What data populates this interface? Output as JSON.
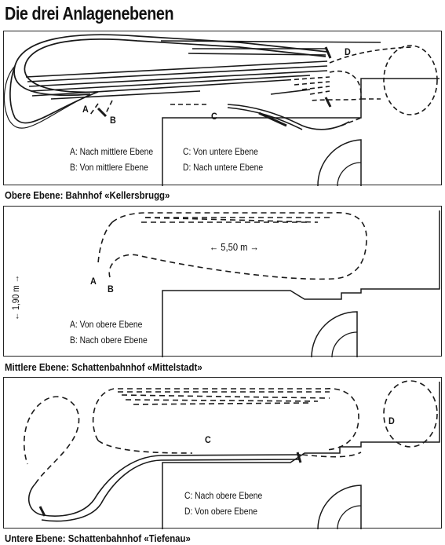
{
  "title": "Die drei Anlagenebenen",
  "colors": {
    "line": "#1a1a1a",
    "background": "#ffffff"
  },
  "levels": [
    {
      "caption": "Obere Ebene: Bahnhof «Kellersbrugg»",
      "markers": {
        "a": "A",
        "b": "B",
        "c": "C",
        "d": "D"
      },
      "legend": [
        "A: Nach mittlere Ebene",
        "B: Von mittlere Ebene",
        "C: Von untere Ebene",
        "D: Nach untere Ebene"
      ]
    },
    {
      "caption": "Mittlere Ebene: Schattenbahnhof «Mittelstadt»",
      "markers": {
        "a": "A",
        "b": "B"
      },
      "dimensions": {
        "length": "← 5,50 m →",
        "width": "← 1,90 m →"
      },
      "legend": [
        "A: Von obere Ebene",
        "B: Nach obere Ebene"
      ]
    },
    {
      "caption": "Untere Ebene: Schattenbahnhof «Tiefenau»",
      "markers": {
        "c": "C",
        "d": "D"
      },
      "legend": [
        "C: Nach obere Ebene",
        "D: Von obere Ebene"
      ]
    }
  ]
}
